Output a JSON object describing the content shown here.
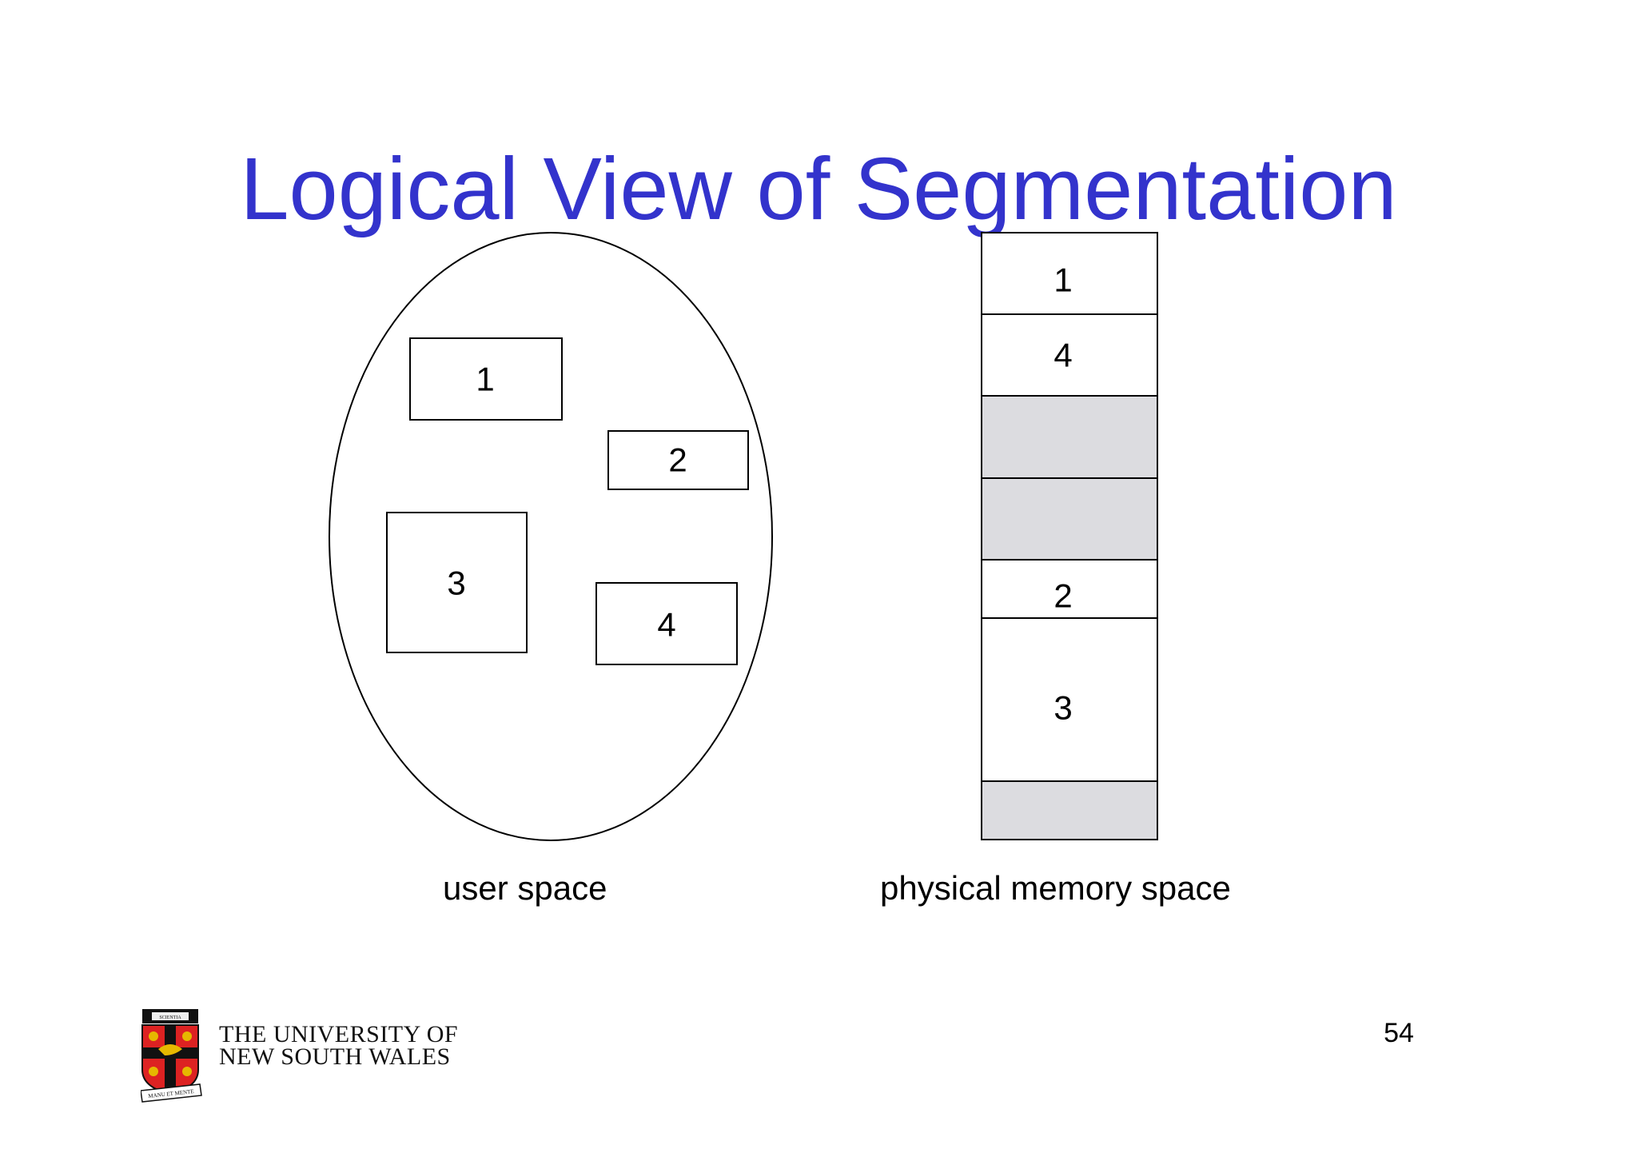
{
  "slide": {
    "title": "Logical View of Segmentation",
    "page_number": "54"
  },
  "user_space": {
    "caption": "user space",
    "segments": [
      "1",
      "2",
      "3",
      "4"
    ]
  },
  "physical_memory": {
    "caption": "physical memory space",
    "blocks": [
      {
        "label": "1",
        "state": "segment"
      },
      {
        "label": "4",
        "state": "segment"
      },
      {
        "label": "",
        "state": "free"
      },
      {
        "label": "",
        "state": "free"
      },
      {
        "label": "2",
        "state": "segment"
      },
      {
        "label": "3",
        "state": "segment"
      },
      {
        "label": "",
        "state": "free"
      }
    ]
  },
  "footer": {
    "university_line1": "THE UNIVERSITY OF",
    "university_line2": "NEW SOUTH WALES",
    "crest_motto": "SCIENTIA",
    "crest_banner": "MANU ET MENTE"
  },
  "colors": {
    "title": "#3333cc",
    "free_block": "#dcdce0",
    "outline": "#000000"
  }
}
